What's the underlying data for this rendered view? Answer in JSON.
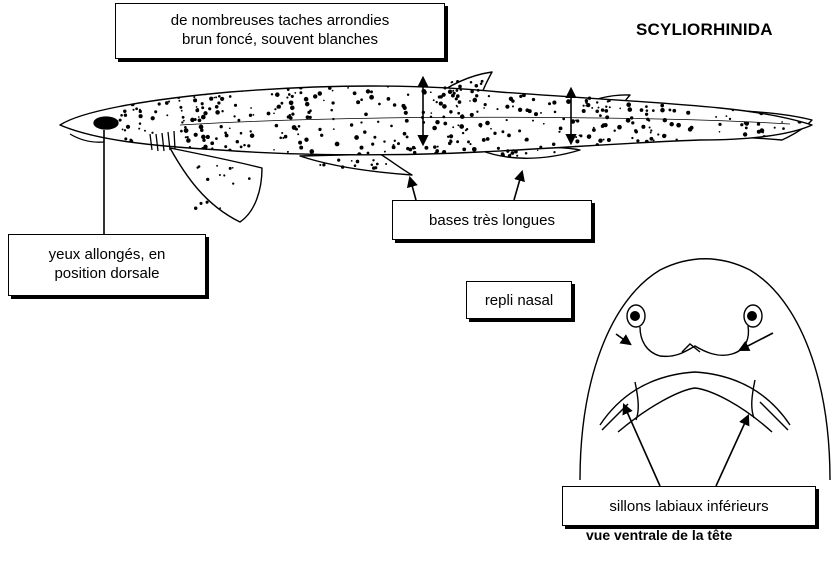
{
  "figure": {
    "title": "SCYLIORHINIDA",
    "caption": "vue ventrale de la tête"
  },
  "labels": {
    "spots": [
      "de nombreuses taches arrondies",
      "brun foncé, souvent blanches"
    ],
    "eyes": [
      "yeux allongés, en",
      "position dorsale"
    ],
    "bases": "bases très longues",
    "nasal": "repli nasal",
    "sillons": "sillons labiaux inférieurs"
  }
}
